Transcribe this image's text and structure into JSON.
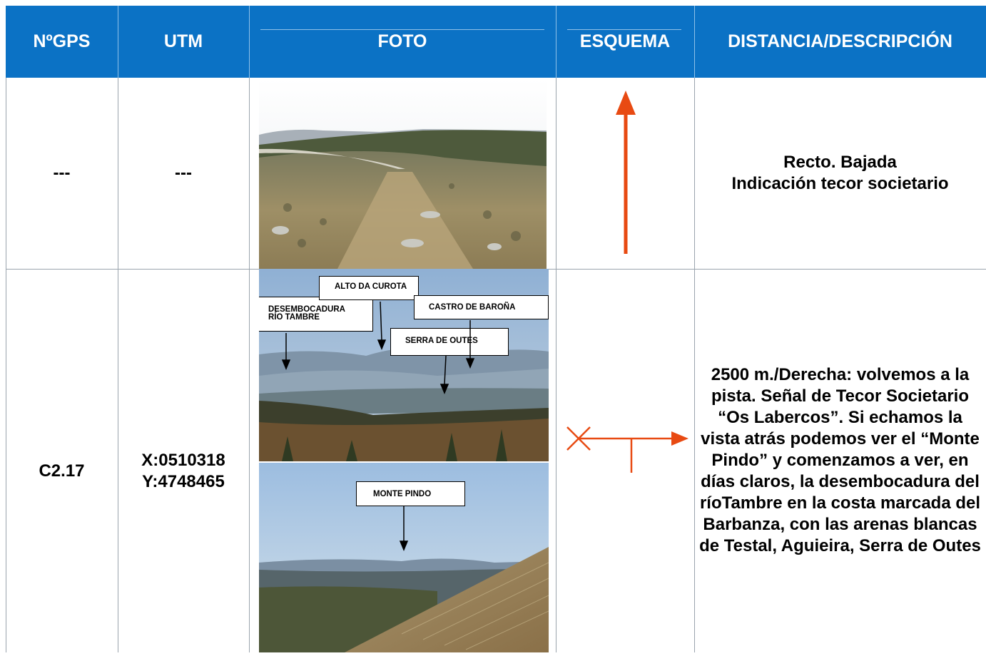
{
  "header": {
    "col_gps": "NºGPS",
    "col_utm": "UTM",
    "col_foto": "FOTO",
    "col_esquema": "ESQUEMA",
    "col_distancia": "DISTANCIA/DESCRIPCIÓN"
  },
  "rows": [
    {
      "gps": "---",
      "utm": "---",
      "description_line1": "Recto. Bajada",
      "description_line2": "Indicación tecor societario",
      "schema_icon": "straight-up-arrow-icon"
    },
    {
      "gps": "C2.17",
      "utm_x": "X:0510318",
      "utm_y": "Y:4748465",
      "description": "2500 m./Derecha: volvemos a la pista. Señal de Tecor Societario “Os Labercos”. Si echamos la vista atrás podemos ver el “Monte Pindo” y comenzamos a ver, en días claros, la desembocadura del ríoTambre en la costa marcada del Barbanza, con las arenas blancas de Testal, Aguieira, Serra de Outes",
      "photo_labels": {
        "desembocadura_l1": "DESEMBOCADURA",
        "desembocadura_l2": "RÍO TAMBRE",
        "alto": "ALTO DA CUROTA",
        "castro": "CASTRO DE BAROÑA",
        "serra": "SERRA DE OUTES",
        "pindo": "MONTE PINDO"
      },
      "schema_icon": "right-turn-arrow-icon"
    }
  ],
  "colors": {
    "header_bg": "#0b72c5",
    "arrow": "#e84a12"
  }
}
